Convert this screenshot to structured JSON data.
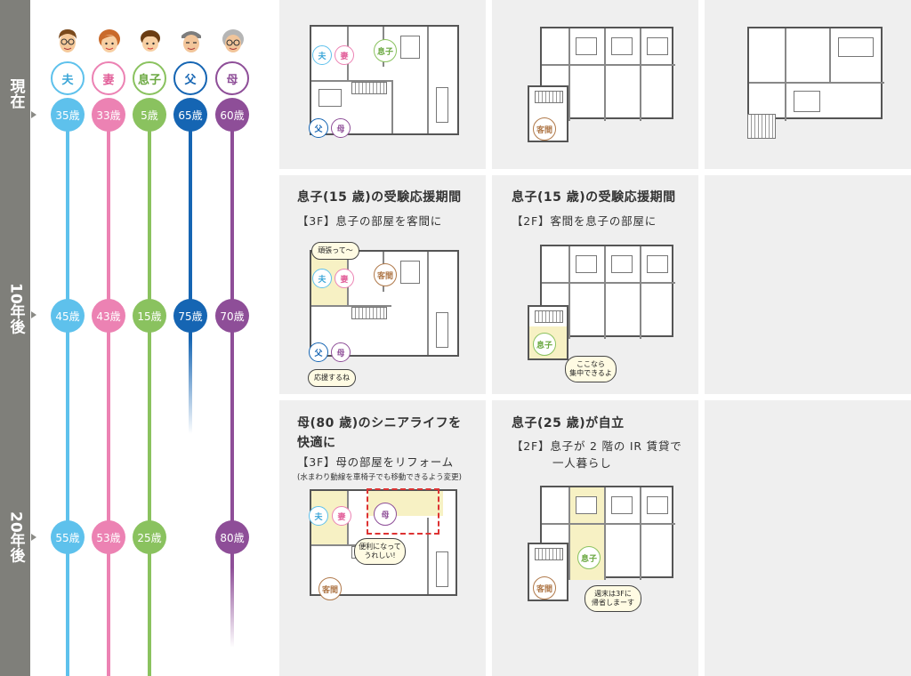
{
  "timeline": {
    "labels": {
      "now": "現在",
      "ten": "10年後",
      "twenty": "20年後"
    }
  },
  "family": [
    {
      "key": "husband",
      "role": "夫",
      "color": "#5ec1ec",
      "ages": [
        "35歳",
        "45歳",
        "55歳"
      ]
    },
    {
      "key": "wife",
      "role": "妻",
      "color": "#ec82b3",
      "ages": [
        "33歳",
        "43歳",
        "53歳"
      ]
    },
    {
      "key": "son",
      "role": "息子",
      "color": "#8ac25f",
      "ages": [
        "5歳",
        "15歳",
        "25歳"
      ]
    },
    {
      "key": "father",
      "role": "父",
      "color": "#1565b3",
      "ages": [
        "65歳",
        "75歳"
      ]
    },
    {
      "key": "mother",
      "role": "母",
      "color": "#8e4e98",
      "ages": [
        "60歳",
        "70歳",
        "80歳"
      ]
    }
  ],
  "panels": {
    "p10_3f": {
      "title": "息子(15 歳)の受験応援期間",
      "subtitle": "【3F】息子の部屋を客間に",
      "bubble_top": "頑張って〜",
      "bubble_bottom": "応援するね"
    },
    "p10_2f": {
      "title": "息子(15 歳)の受験応援期間",
      "subtitle": "【2F】客間を息子の部屋に",
      "bubble_line1": "ここなら",
      "bubble_line2": "集中できるよ"
    },
    "p20_3f": {
      "title_line1": "母(80 歳)のシニアライフを",
      "title_line2": "快適に",
      "subtitle": "【3F】母の部屋をリフォーム",
      "note": "(水まわり動線を車椅子でも移動できるよう変更)",
      "bubble_line1": "便利になって",
      "bubble_line2": "うれしい!"
    },
    "p20_2f": {
      "title": "息子(25 歳)が自立",
      "subtitle_line1": "【2F】息子が 2 階の IR 賃貸で",
      "subtitle_line2": "一人暮らし",
      "bubble_line1": "週末は3Fに",
      "bubble_line2": "帰省しまーす"
    }
  },
  "rooms": {
    "son_room": "息子",
    "guest": "客間",
    "husband": "夫",
    "wife": "妻",
    "father": "父",
    "mother": "母"
  },
  "icons": [
    "man-glasses-icon",
    "woman-icon",
    "boy-icon",
    "old-man-icon",
    "old-woman-icon"
  ]
}
